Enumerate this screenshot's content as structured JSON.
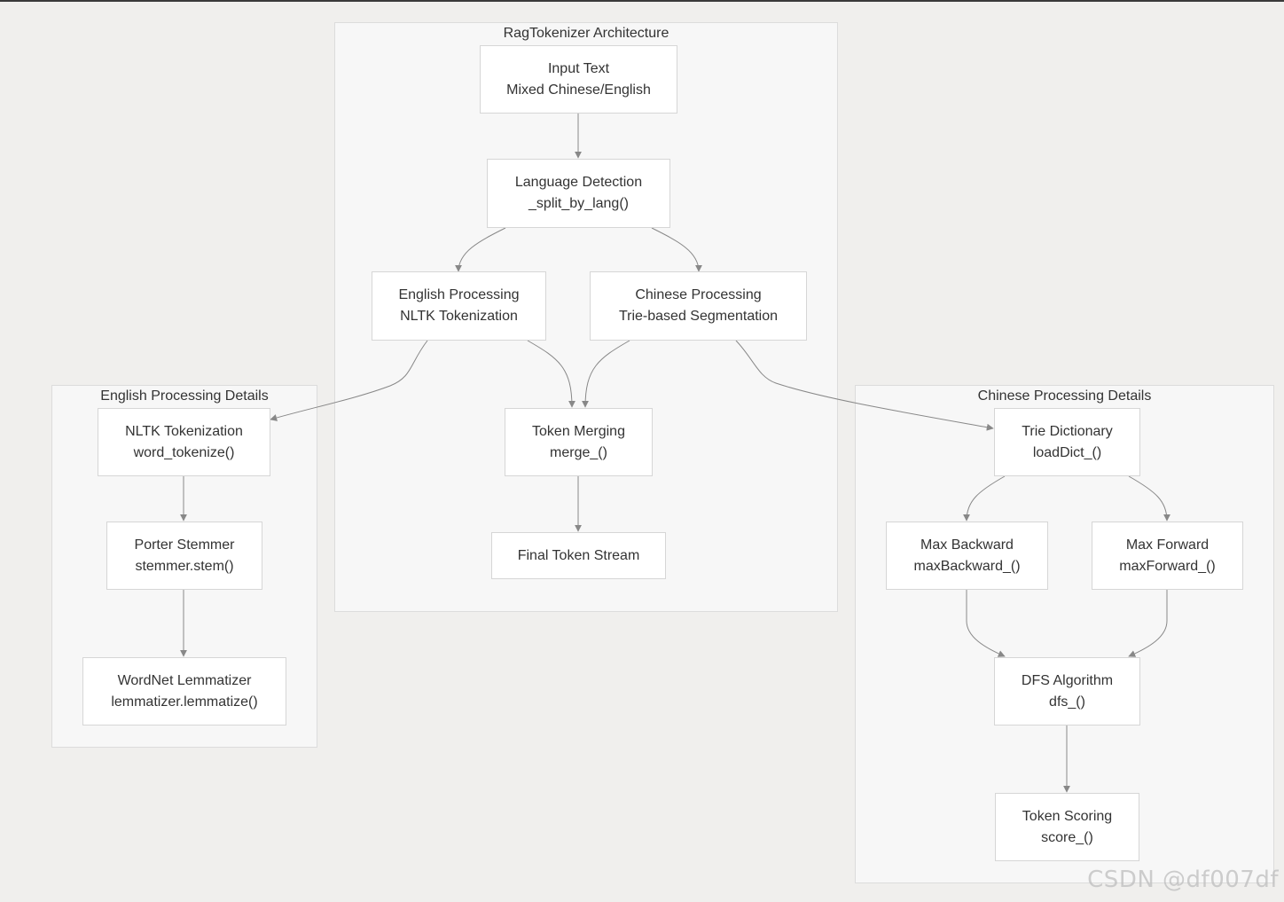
{
  "clusters": {
    "main": "RagTokenizer Architecture",
    "english": "English Processing Details",
    "chinese": "Chinese Processing Details"
  },
  "nodes": {
    "input": [
      "Input Text",
      "Mixed Chinese/English"
    ],
    "lang": [
      "Language Detection",
      "_split_by_lang()"
    ],
    "eng": [
      "English Processing",
      "NLTK Tokenization"
    ],
    "chi": [
      "Chinese Processing",
      "Trie-based Segmentation"
    ],
    "merge": [
      "Token Merging",
      "merge_()"
    ],
    "final": [
      "Final Token Stream"
    ],
    "nltk": [
      "NLTK Tokenization",
      "word_tokenize()"
    ],
    "porter": [
      "Porter Stemmer",
      "stemmer.stem()"
    ],
    "wordnet": [
      "WordNet Lemmatizer",
      "lemmatizer.lemmatize()"
    ],
    "trie": [
      "Trie Dictionary",
      "loadDict_()"
    ],
    "maxback": [
      "Max Backward",
      "maxBackward_()"
    ],
    "maxfwd": [
      "Max Forward",
      "maxForward_()"
    ],
    "dfs": [
      "DFS Algorithm",
      "dfs_()"
    ],
    "score": [
      "Token Scoring",
      "score_()"
    ]
  },
  "edges": [
    {
      "from": "input",
      "to": "lang"
    },
    {
      "from": "lang",
      "to": "eng"
    },
    {
      "from": "lang",
      "to": "chi"
    },
    {
      "from": "eng",
      "to": "merge"
    },
    {
      "from": "chi",
      "to": "merge"
    },
    {
      "from": "merge",
      "to": "final"
    },
    {
      "from": "eng",
      "to": "nltk"
    },
    {
      "from": "chi",
      "to": "trie"
    },
    {
      "from": "nltk",
      "to": "porter"
    },
    {
      "from": "porter",
      "to": "wordnet"
    },
    {
      "from": "trie",
      "to": "maxback"
    },
    {
      "from": "trie",
      "to": "maxfwd"
    },
    {
      "from": "maxback",
      "to": "dfs"
    },
    {
      "from": "maxfwd",
      "to": "dfs"
    },
    {
      "from": "dfs",
      "to": "score"
    }
  ],
  "colors": {
    "background": "#f0efed",
    "cluster_fill": "#f7f7f7",
    "node_fill": "#ffffff",
    "edge": "#888888"
  },
  "watermark": "CSDN @df007df"
}
